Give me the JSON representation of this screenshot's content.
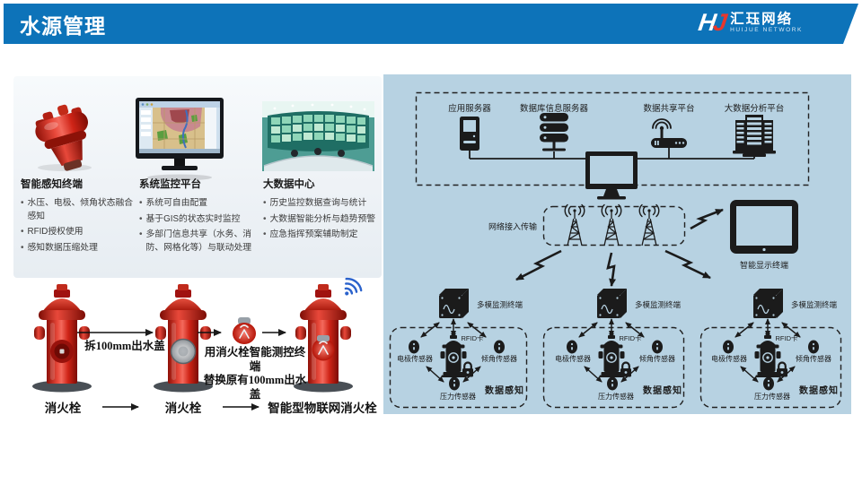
{
  "header": {
    "title": "水源管理",
    "logo": {
      "mark_h": "H",
      "mark_j": "J",
      "name_cn": "汇珏网络",
      "name_en": "HUIJUE NETWORK"
    }
  },
  "colors": {
    "header_blue": "#0d73b9",
    "panel_blue": "#b7d2e2",
    "icon_black": "#1b1b1b",
    "hydrant_red": "#d6352a",
    "wifi_blue": "#2b62cc",
    "logo_red": "#e8372c"
  },
  "features": [
    {
      "title": "智能感知终端",
      "bullets": [
        "水压、电极、倾角状态融合感知",
        "RFID授权使用",
        "感知数据压缩处理"
      ]
    },
    {
      "title": "系统监控平台",
      "bullets": [
        "系统可自由配置",
        "基于GIS的状态实时监控",
        "多部门信息共享（水务、消防、网格化等）与联动处理"
      ]
    },
    {
      "title": "大数据中心",
      "bullets": [
        "历史监控数据查询与统计",
        "大数据智能分析与趋势预警",
        "应急指挥预案辅助制定"
      ]
    }
  ],
  "flow": {
    "step1_label": "消火栓",
    "step2_label": "消火栓",
    "step3_label": "智能型物联网消火栓",
    "ann1": "拆100mm出水盖",
    "ann2a": "用消火栓智能测控终端",
    "ann2b": "替换原有100mm出水盖"
  },
  "diagram": {
    "top_nodes": [
      "应用服务器",
      "数据库信息服务器",
      "数据共享平台",
      "大数据分析平台"
    ],
    "network_label": "网络接入传输",
    "display_label": "智能显示终端",
    "groups": [
      {
        "terminal": "多模监测终端",
        "rfid": "RFID卡",
        "electrode": "电极传感器",
        "tilt": "倾角传感器",
        "pressure": "压力传感器",
        "sense": "数据感知"
      },
      {
        "terminal": "多模监测终端",
        "rfid": "RFID卡",
        "electrode": "电极传感器",
        "tilt": "倾角传感器",
        "pressure": "压力传感器",
        "sense": "数据感知"
      },
      {
        "terminal": "多模监测终端",
        "rfid": "RFID卡",
        "electrode": "电极传感器",
        "tilt": "倾角传感器",
        "pressure": "压力传感器",
        "sense": "数据感知"
      }
    ]
  }
}
